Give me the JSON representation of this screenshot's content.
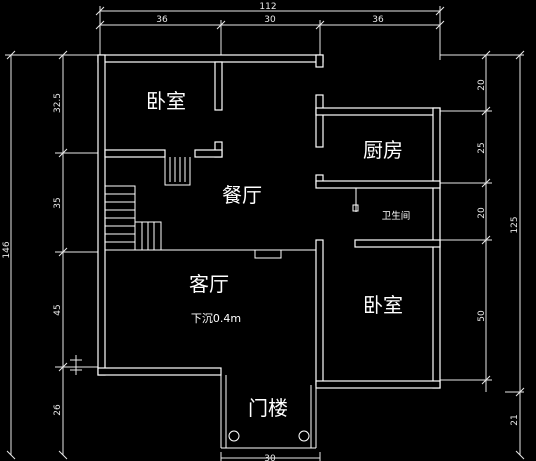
{
  "dimensions": {
    "top_total": "112",
    "top_left": "36",
    "top_mid": "30",
    "top_right": "36",
    "left_total": "146",
    "left_1": "32.5",
    "left_2": "35",
    "left_3": "45",
    "left_4": "26",
    "right_total": "125",
    "right_1": "20",
    "right_2": "25",
    "right_3": "20",
    "right_4": "50",
    "right_5": "21",
    "bottom_mid": "30"
  },
  "rooms": {
    "bedroom_top_left": "卧室",
    "kitchen": "厨房",
    "dining": "餐厅",
    "bathroom": "卫生间",
    "living": "客厅",
    "living_note": "下沉0.4m",
    "bedroom_right": "卧室",
    "porch": "门楼"
  }
}
